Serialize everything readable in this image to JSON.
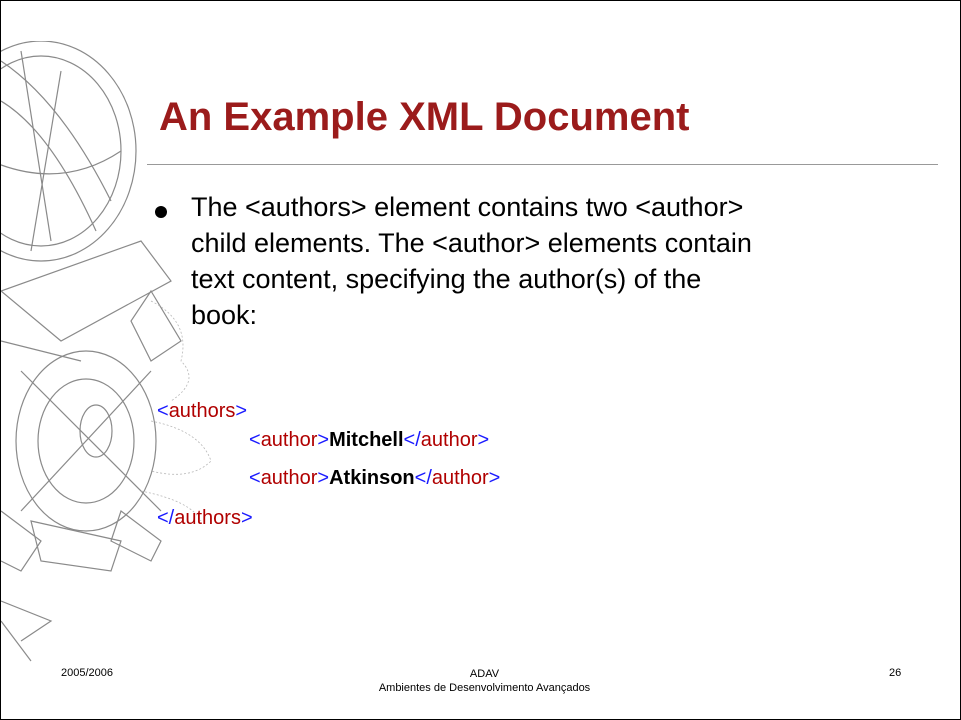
{
  "slide": {
    "title": "An Example XML Document",
    "bullet_lines": [
      "The <authors> element contains two <author>",
      "child elements.  The <author> elements contain",
      "text content, specifying the author(s) of the",
      "book:"
    ],
    "code": {
      "open_lt": "<",
      "open_name": "authors",
      "open_gt": ">",
      "rows": [
        {
          "lt": "<",
          "tag": "author",
          "gt": ">",
          "value": "Mitchell",
          "close_lt": "</",
          "close_tag": "author",
          "close_gt": ">"
        },
        {
          "lt": "<",
          "tag": "author",
          "gt": ">",
          "value": "Atkinson",
          "close_lt": "</",
          "close_tag": "author",
          "close_gt": ">"
        }
      ],
      "close_lt": "</",
      "close_name": "authors",
      "close_gt": ">"
    }
  },
  "footer": {
    "date": "2005/2006",
    "course_code": "ADAV",
    "course_name": "Ambientes de Desenvolvimento Avançados",
    "page_number": "26"
  }
}
